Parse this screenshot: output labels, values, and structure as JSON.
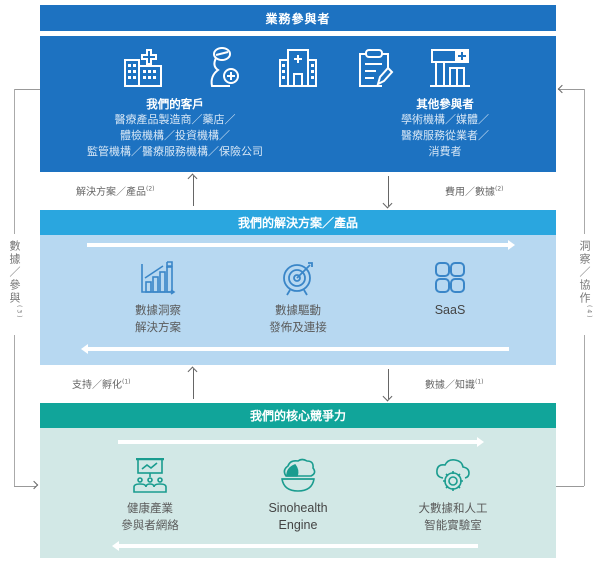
{
  "header": {
    "title": "業務參與者"
  },
  "participants": {
    "icons": [
      "hospital-building-icon",
      "pregnant-patient-icon",
      "medical-building-icon",
      "clipboard-pen-icon",
      "pharmacy-store-icon"
    ],
    "customers": {
      "title": "我們的客戶",
      "lines": [
        "醫療產品製造商／藥店／",
        "體檢機構／投資機構／",
        "監管機構／醫療服務機構／保險公司"
      ]
    },
    "others": {
      "title": "其他參與者",
      "lines": [
        "學術機構／媒體／",
        "醫療服務從業者／",
        "消費者"
      ]
    }
  },
  "connectors_top": {
    "up_label": "解決方案／產品",
    "up_note": "(2)",
    "down_label": "費用／數據",
    "down_note": "(2)"
  },
  "solutions": {
    "title": "我們的解決方案／產品",
    "items": [
      {
        "icon": "bar-chart-growth-icon",
        "line1": "數據洞察",
        "line2": "解決方案"
      },
      {
        "icon": "target-dart-icon",
        "line1": "數據驅動",
        "line2": "發佈及連接"
      },
      {
        "icon": "four-squares-grid-icon",
        "line1": "SaaS",
        "line2": ""
      }
    ]
  },
  "connectors_bottom": {
    "up_label": "支持／孵化",
    "up_note": "(1)",
    "down_label": "數據／知識",
    "down_note": "(1)"
  },
  "core": {
    "title": "我們的核心競爭力",
    "items": [
      {
        "icon": "presentation-audience-icon",
        "line1": "健康產業",
        "line2": "參與者網絡"
      },
      {
        "icon": "brain-bowl-engine-icon",
        "line1": "Sinohealth",
        "line2": "Engine"
      },
      {
        "icon": "cloud-gear-icon",
        "line1": "大數據和人工",
        "line2": "智能實驗室"
      }
    ]
  },
  "side_labels": {
    "left": "數據／參與",
    "left_note": "(3)",
    "right": "洞察／協作",
    "right_note": "(4)"
  },
  "colors": {
    "participants_blue": "#1d72c1",
    "solutions_header": "#2aa6df",
    "solutions_body": "#b7d8f1",
    "core_header": "#11a59a",
    "core_body": "#d2e8e6",
    "solutions_icon": "#3a86c8",
    "core_icon": "#1a9c8f"
  }
}
